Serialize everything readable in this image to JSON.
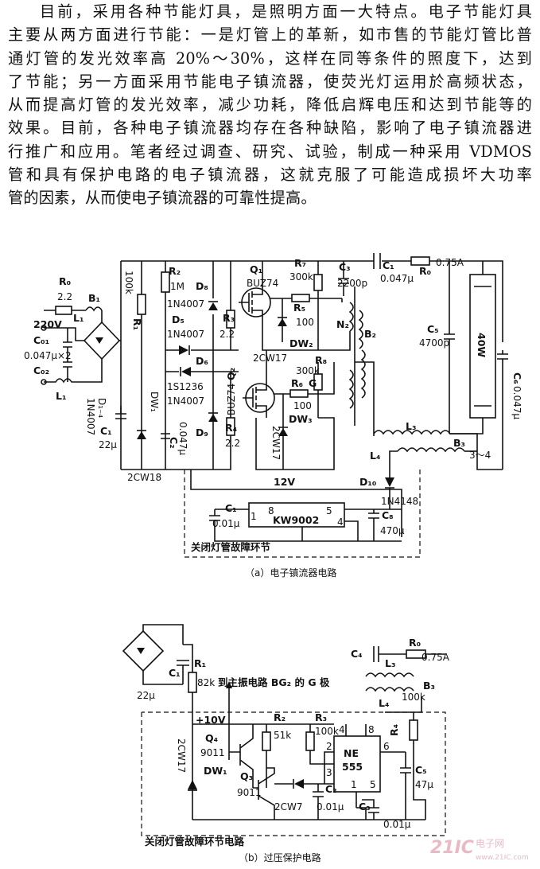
{
  "paragraph": {
    "lines": [
      "目前，采用各种节能灯具，是照明方面一大特点。电子节能灯具",
      "主要从两方面进行节能：一是灯管上的革新，如市售的节能灯管比普",
      "通灯管的发光效率高 20%～30%，这样在同等条件的照度下，达到",
      "了节能；另一方面采用节能电子镇流器，使荧光灯运用於高频状态，",
      "从而提高灯管的发光效率，减少功耗，降低启辉电压和达到节能等的",
      "效果。目前，各种电子镇流器均存在各种缺陷，影响了电子镇流器进",
      "行推广和应用。笔者经过调查、研究、试验，制成一种采用 VDMOS",
      "管和具有保护电路的电子镇流器，这就克服了可能造成损坏大功率",
      "管的因素，从而使电子镇流器的可靠性提高。"
    ]
  },
  "circuit_a": {
    "caption": "（a）电子镇流器电路",
    "labels": {
      "R0": "R₀",
      "R0v": "2.2",
      "B1": "B₁",
      "L1a": "L₁",
      "L1b": "L₁",
      "v220": "220V",
      "C01": "0.047μ×2",
      "C01n": "C₀₁",
      "C02n": "C₀₂",
      "D14": "D₁₋₄",
      "D14v": "1N4007",
      "C1": "C₁",
      "C1v": "22μ",
      "R1": "R₁",
      "R1v": "100k",
      "DW1": "DW₁",
      "DW1v": "2CW18",
      "C2": "C₂",
      "C2v": "0.047μ",
      "R2": "R₂",
      "R2v": "1M",
      "D8": "D₈",
      "D8v": "1N4007",
      "D5": "D₅",
      "D5v": "1N4007",
      "D6": "D₆",
      "D6v": "1S1236",
      "D7v": "1N4007",
      "D9": "D₉",
      "R3": "R₃",
      "R3v": "2.2",
      "R4": "R₄",
      "R4v": "2.2",
      "Q1": "Q₁",
      "Q1v": "BUZ74",
      "Q2": "Q₂",
      "Q2v": "BUZ74",
      "DW2": "DW₂",
      "DW2v": "2CW17",
      "DW3": "DW₃",
      "DW3v": "2CW17",
      "R5": "R₅",
      "R5v": "100",
      "R6": "R₆",
      "R6v": "100",
      "R7": "R₇",
      "R7v": "300k",
      "R8": "R₈",
      "R8v": "300k",
      "G": "G",
      "C3": "C₃",
      "C3v": "2200p",
      "N2": "N₂",
      "B2": "B₂",
      "C4": "C₁",
      "C4v": "0.047μ",
      "R0b": "R₀",
      "R0bv": "0.75A",
      "C5": "C₅",
      "C5v": "4700p",
      "lamp": "40W",
      "C6": "C₆",
      "C6v": "0.047μ",
      "L3": "L₃",
      "B3": "B₃",
      "B3v": "3～4",
      "L4": "L₄",
      "D10": "D₁₀",
      "D10v": "1N4148",
      "v12": "12V",
      "Cc1": "C₁",
      "Cc1v": "0.01μ",
      "ic": "KW9002",
      "p1": "1",
      "p8": "8",
      "p5": "5",
      "p4": "4",
      "C8": "C₈",
      "C8v": "470μ",
      "box": "关闭灯管故障环节"
    }
  },
  "circuit_b": {
    "caption": "（b）过压保护电路",
    "labels": {
      "C1": "C₁",
      "C1v": "22μ",
      "R1": "R₁",
      "R1v": "82k",
      "note": "到主振电路 BG₂ 的 G 极",
      "C4": "C₄",
      "L3": "L₃",
      "R0": "R₀",
      "R0v": "0.75A",
      "L4": "L₄",
      "B3": "B₃",
      "v10": "+10V",
      "Q4": "Q₄",
      "Q4v": "9011",
      "Q3": "Q₃",
      "Q3v": "9011",
      "DW1": "DW₁",
      "DW1v": "2CW17",
      "DW": "2CW7",
      "R2": "R₂",
      "R2v": "51k",
      "R3": "R₃",
      "R3v": "100k",
      "R4": "R₄",
      "R4v": "100k",
      "ic1": "NE",
      "ic2": "555",
      "p4": "4",
      "p8": "8",
      "p2": "2",
      "p3": "3",
      "p6": "6",
      "p1": "1",
      "p5": "5",
      "C2": "C₂",
      "C2v": "0.01μ",
      "C3": "C₃",
      "C3v": "0.01μ",
      "C5": "C₅",
      "C5v": "47μ",
      "box": "关闭灯管故障环节电路"
    }
  },
  "watermark": {
    "brand": "21IC",
    "suffix": "电子网",
    "url": "www.21IC.com"
  }
}
